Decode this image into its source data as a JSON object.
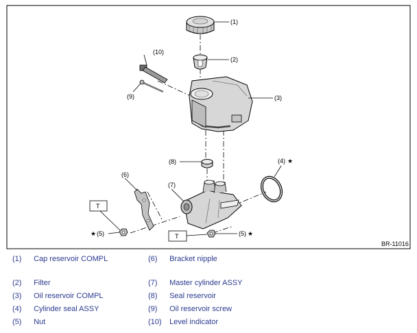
{
  "diagram": {
    "figure_code": "BR-11016",
    "tightening_mark": "T",
    "callouts": {
      "c1": "(1)",
      "c2": "(2)",
      "c3": "(3)",
      "c4": "(4)",
      "c5a": "(5)",
      "c5b": "(5)",
      "c6": "(6)",
      "c7": "(7)",
      "c8": "(8)",
      "c9": "(9)",
      "c10": "(10)"
    },
    "star": "★"
  },
  "legend": {
    "items": [
      {
        "num": "(1)",
        "label": "Cap reservoir COMPL"
      },
      {
        "num": "(2)",
        "label": "Filter"
      },
      {
        "num": "(3)",
        "label": "Oil reservoir COMPL"
      },
      {
        "num": "(4)",
        "label": "Cylinder seal ASSY"
      },
      {
        "num": "(5)",
        "label": "Nut"
      },
      {
        "num": "(6)",
        "label": "Bracket nipple"
      },
      {
        "num": "(7)",
        "label": "Master cylinder ASSY"
      },
      {
        "num": "(8)",
        "label": "Seal reservoir"
      },
      {
        "num": "(9)",
        "label": "Oil reservoir screw"
      },
      {
        "num": "(10)",
        "label": "Level indicator"
      }
    ]
  }
}
